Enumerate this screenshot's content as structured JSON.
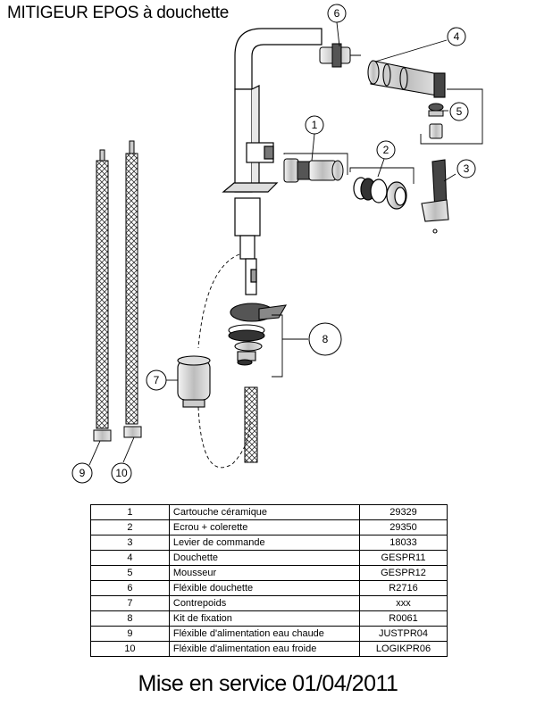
{
  "title": "MITIGEUR EPOS à douchette",
  "callouts": [
    "1",
    "2",
    "3",
    "4",
    "5",
    "6",
    "7",
    "8",
    "9",
    "10"
  ],
  "parts_table": {
    "rows": [
      {
        "num": "1",
        "desc": "Cartouche céramique",
        "ref": "29329"
      },
      {
        "num": "2",
        "desc": "Ecrou + colerette",
        "ref": "29350"
      },
      {
        "num": "3",
        "desc": "Levier de commande",
        "ref": "18033"
      },
      {
        "num": "4",
        "desc": "Douchette",
        "ref": "GESPR11"
      },
      {
        "num": "5",
        "desc": "Mousseur",
        "ref": "GESPR12"
      },
      {
        "num": "6",
        "desc": "Fléxible douchette",
        "ref": "R2716"
      },
      {
        "num": "7",
        "desc": "Contrepoids",
        "ref": "xxx"
      },
      {
        "num": "8",
        "desc": "Kit de fixation",
        "ref": "R0061"
      },
      {
        "num": "9",
        "desc": "Fléxible d'alimentation eau chaude",
        "ref": "JUSTPR04"
      },
      {
        "num": "10",
        "desc": "Fléxible d'alimentation eau froide",
        "ref": "LOGIKPR06"
      }
    ]
  },
  "footer": "Mise en service 01/04/2011"
}
